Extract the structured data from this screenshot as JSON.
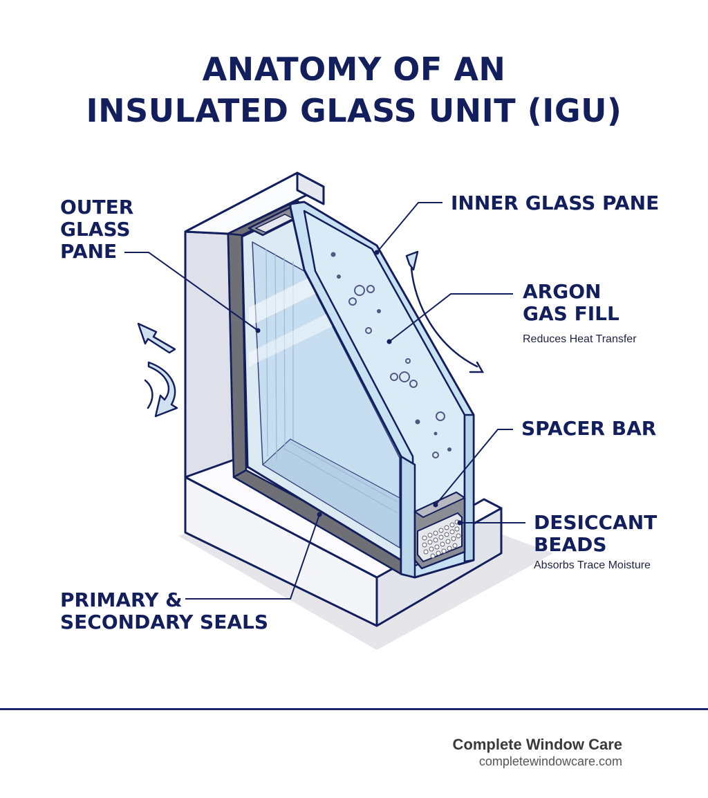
{
  "title": {
    "line1": "ANATOMY OF AN",
    "line2": "INSULATED GLASS UNIT (IGU)"
  },
  "labels": {
    "outer_glass_pane": [
      "OUTER",
      "GLASS",
      "PANE"
    ],
    "inner_glass_pane": "INNER GLASS PANE",
    "argon_gas_fill": [
      "ARGON",
      "GAS FILL"
    ],
    "argon_gas_fill_note": "Reduces Heat Transfer",
    "spacer_bar": "SPACER BAR",
    "desiccant_beads": [
      "DESICCANT",
      "BEADS"
    ],
    "desiccant_beads_note": "Absorbs Trace Moisture",
    "seals": [
      "PRIMARY &",
      "SECONDARY SEALS"
    ]
  },
  "footer": {
    "brand": "Complete Window Care",
    "url": "completewindowcare.com"
  },
  "colors": {
    "navy": "#131f5c",
    "frame_fill": "#f0f1f7",
    "glass": "#cfe4f3",
    "seal": "#6f7076",
    "arrow": "#cfe0ef"
  },
  "icons": [
    "heat-arrow-icon",
    "gas-molecule-icon",
    "desiccant-bead-icon"
  ]
}
